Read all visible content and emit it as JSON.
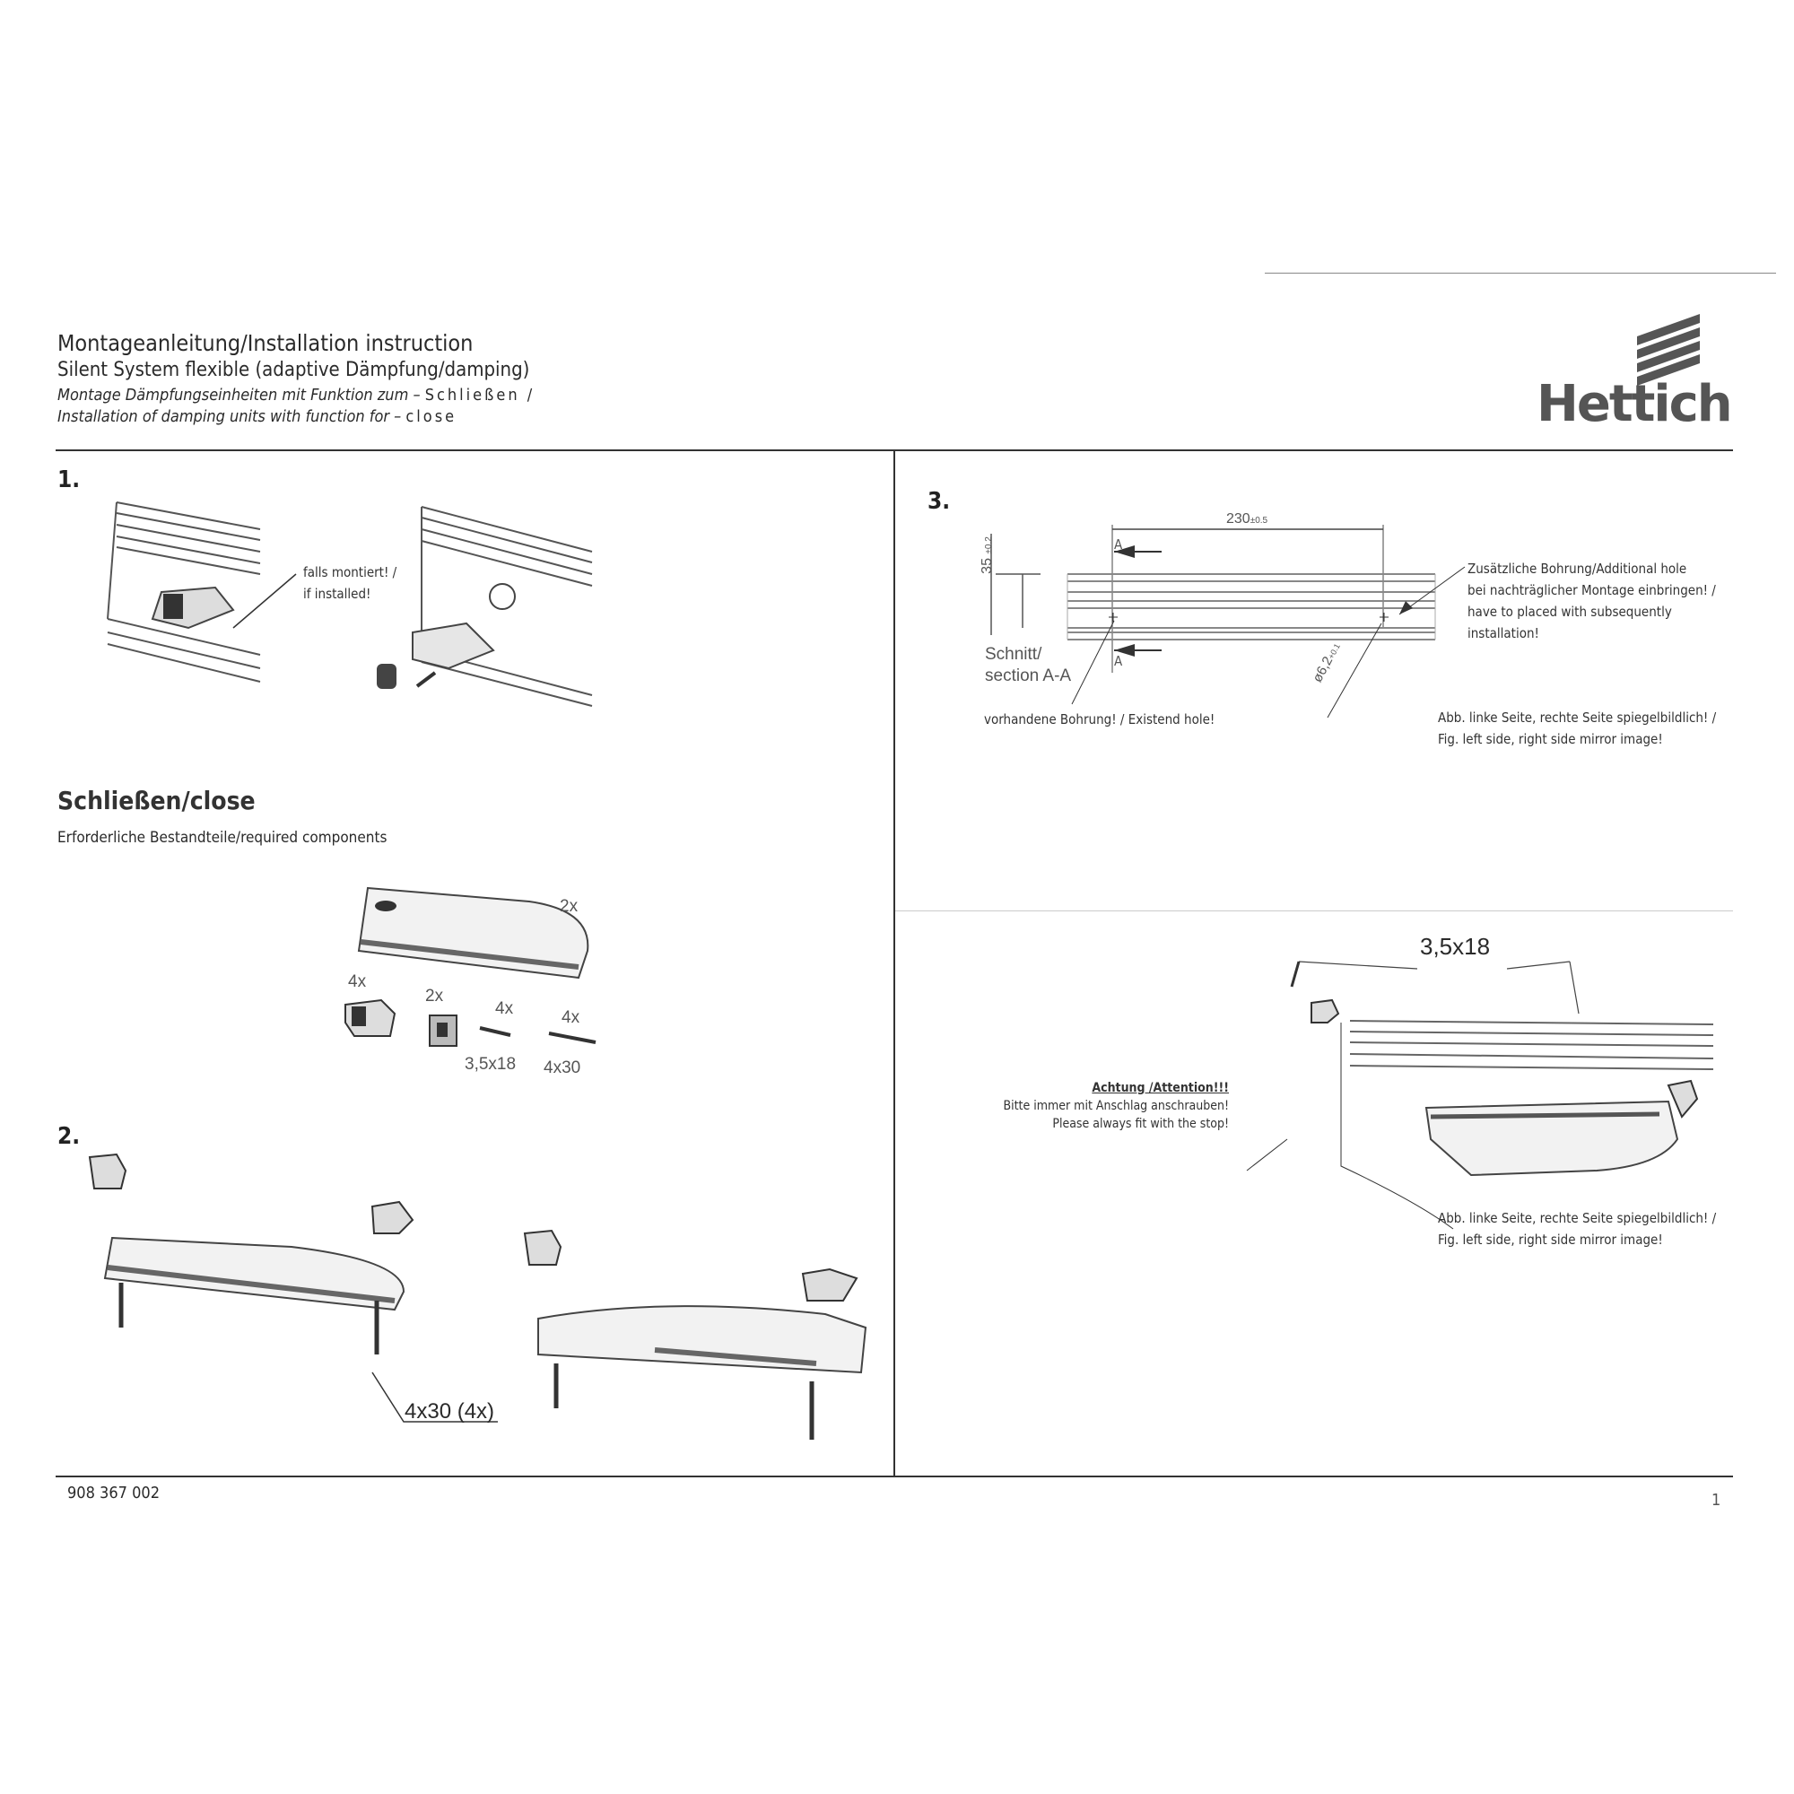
{
  "header": {
    "title": "Montageanleitung/Installation instruction",
    "subtitle": "Silent System flexible (adaptive Dämpfung/damping)",
    "line3_prefix": "Montage Dämpfungseinheiten mit Funktion zum – ",
    "line3_emph": "Schließen /",
    "line4_prefix": "Installation of damping units with function for – ",
    "line4_emph": "close",
    "logo": "Hettich"
  },
  "step1": {
    "number": "1.",
    "note_de": "falls montiert! /",
    "note_en": "if installed!"
  },
  "components": {
    "heading": "Schließen/close",
    "subheading": "Erforderliche Bestandteile/required components",
    "damper_qty": "2x",
    "stop_qty": "4x",
    "clip_qty": "2x",
    "screw_small_qty": "4x",
    "screw_large_qty": "4x",
    "screw_small_size": "3,5x18",
    "screw_large_size": "4x30"
  },
  "step2": {
    "number": "2.",
    "screw_label": "4x30 (4x)"
  },
  "step3": {
    "number": "3.",
    "dim_length": "230",
    "dim_length_tol": "±0.5",
    "dim_height": "35",
    "dim_height_tol": "±0.2",
    "hole_dia": "ø6,2",
    "hole_tol": "+0.1",
    "section_marker": "A",
    "section_de": "Schnitt/",
    "section_en": "section A-A",
    "existing_hole": "vorhandene Bohrung! / Existend hole!",
    "additional_hole": [
      "Zusätzliche Bohrung/Additional hole",
      "bei nachträglicher Montage einbringen! /",
      "have to placed with subsequently",
      "installation!"
    ],
    "mirror_note": [
      "Abb. linke Seite, rechte Seite spiegelbildlich! /",
      "Fig. left side, right side mirror image!"
    ]
  },
  "step4": {
    "screw_label": "3,5x18",
    "attention_title": "Achtung /Attention!!!",
    "attention_de": "Bitte immer mit Anschlag anschrauben!",
    "attention_en": "Please always fit with the stop!",
    "mirror_note": [
      "Abb. linke Seite, rechte Seite spiegelbildlich! /",
      "Fig. left side, right side mirror image!"
    ]
  },
  "footer": {
    "doc_number": "908 367 002",
    "page": "1"
  }
}
